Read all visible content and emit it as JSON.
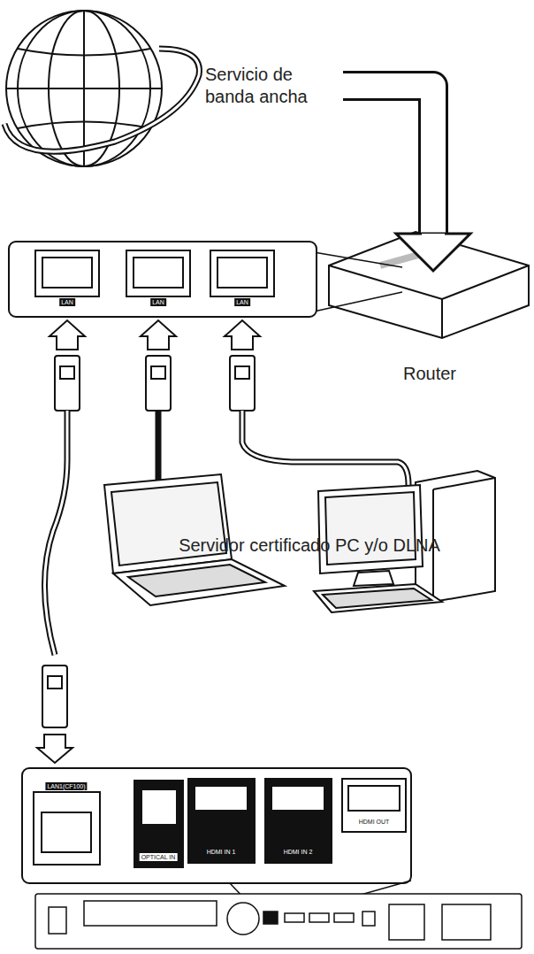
{
  "diagram": {
    "nodes": [
      {
        "text": [
          "Servicio de banda ancha"
        ]
      },
      {
        "text": [
          "Router"
        ]
      },
      {
        "text": [
          "Servidor certificado PC y/o DLNA"
        ]
      }
    ],
    "edges": [
      {
        "from": 0,
        "to": 1,
        "arrow": "to"
      }
    ],
    "labels": [
      "LAN",
      "LAN",
      "LAN",
      "LAN1(CF100)",
      "OPTICAL IN",
      "HDMI IN 1",
      "HDMI IN 2",
      "HDMI OUT"
    ]
  }
}
